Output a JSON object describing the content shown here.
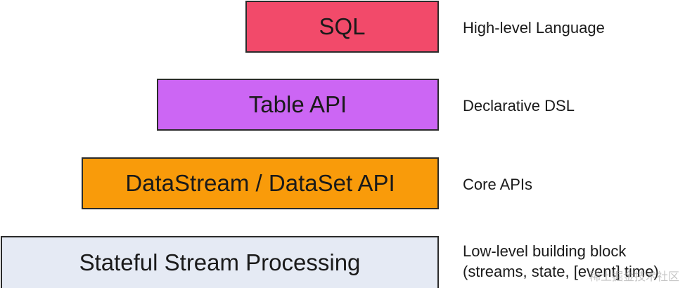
{
  "layers": [
    {
      "label": "SQL",
      "description": [
        "High-level Language"
      ],
      "color": "#f24a6a"
    },
    {
      "label": "Table API",
      "description": [
        "Declarative DSL"
      ],
      "color": "#cc66f4"
    },
    {
      "label": "DataStream / DataSet API",
      "description": [
        "Core APIs"
      ],
      "color": "#f99b0a"
    },
    {
      "label": "Stateful Stream Processing",
      "description": [
        "Low-level building block",
        "(streams, state, [event] time)"
      ],
      "color": "#e5eaf4"
    }
  ],
  "watermark": "稀土掘金技术社区"
}
